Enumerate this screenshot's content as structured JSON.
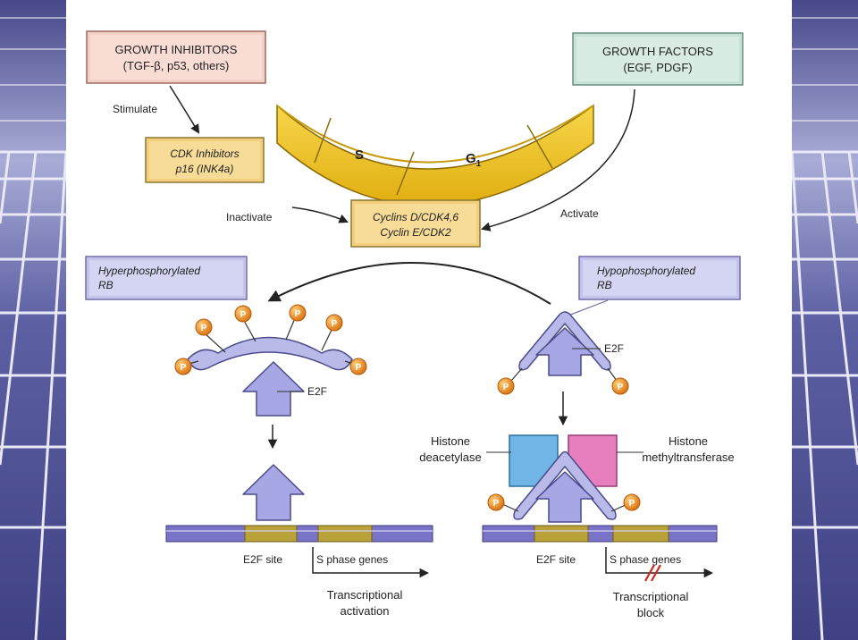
{
  "boxes": {
    "growth_inhibitors": {
      "line1": "GROWTH INHIBITORS",
      "line2": "(TGF-β, p53, others)"
    },
    "growth_factors": {
      "line1": "GROWTH FACTORS",
      "line2": "(EGF, PDGF)"
    },
    "cdk_inhibitors": {
      "line1": "CDK Inhibitors",
      "line2": "p16 (INK4a)"
    },
    "cyclins": {
      "line1": "Cyclins D/CDK4,6",
      "line2": "Cyclin E/CDK2"
    },
    "hyperphosphorylated": {
      "line1": "Hyperphosphorylated",
      "line2": "RB"
    },
    "hypophosphorylated": {
      "line1": "Hypophosphorylated",
      "line2": "RB"
    }
  },
  "cycle": {
    "s_label": "S",
    "g1_label": "G",
    "g1_sub": "1"
  },
  "arrows": {
    "stimulate": "Stimulate",
    "inactivate": "Inactivate",
    "activate": "Activate"
  },
  "phospho_label": "P",
  "left": {
    "e2f": "E2F",
    "site": "E2F site",
    "genes": "S phase genes",
    "outcome1": "Transcriptional",
    "outcome2": "activation"
  },
  "right": {
    "e2f": "E2F",
    "hdac1": "Histone",
    "hdac2": "deacetylase",
    "hmt1": "Histone",
    "hmt2": "methyltransferase",
    "site": "E2F site",
    "genes": "S phase genes",
    "outcome1": "Transcriptional",
    "outcome2": "block"
  },
  "colors": {
    "inhibitor_box": "#f7d4cc",
    "factor_box": "#cfe7dc",
    "yellow_box": "#f6d98a",
    "purple_box": "#c9c9f0",
    "cycle_yellow": "#f2c61f",
    "e2f_purple": "#9c9ce0",
    "phospho_orange": "#e8871c",
    "hdac_blue": "#6fb5e6",
    "hmt_pink": "#e77fbf",
    "dna_purple": "#7a74c8",
    "dna_gold": "#b9a23a"
  }
}
